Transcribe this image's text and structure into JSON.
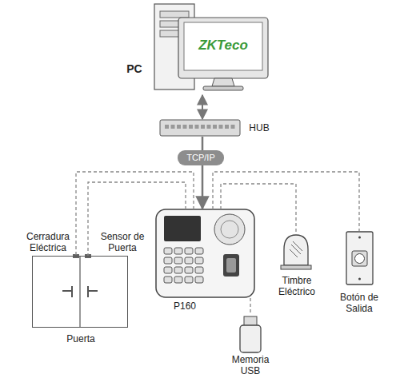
{
  "diagram": {
    "nodes": [
      {
        "text": [
          "PC"
        ]
      },
      {
        "text": [
          "HUB"
        ]
      },
      {
        "text": [
          "P160"
        ]
      },
      {
        "text": [
          "Cerradura Eléctrica",
          "Sensor de Puerta",
          "Puerta"
        ]
      },
      {
        "text": [
          "Timbre Eléctrico"
        ]
      },
      {
        "text": [
          "Botón de Salida"
        ]
      },
      {
        "text": [
          "Memoria USB"
        ]
      }
    ],
    "edges": [
      {
        "from": 0,
        "to": 1,
        "arrow": "both"
      },
      {
        "from": 1,
        "to": 2,
        "label": "TCP/IP",
        "arrow": "to"
      },
      {
        "from": 2,
        "to": 3,
        "arrow": "none"
      },
      {
        "from": 2,
        "to": 3,
        "arrow": "none"
      },
      {
        "from": 2,
        "to": 4,
        "arrow": "none"
      },
      {
        "from": 2,
        "to": 5,
        "arrow": "none"
      },
      {
        "from": 2,
        "to": 6,
        "arrow": "none"
      }
    ],
    "labels": [
      "ZKTeco"
    ]
  }
}
